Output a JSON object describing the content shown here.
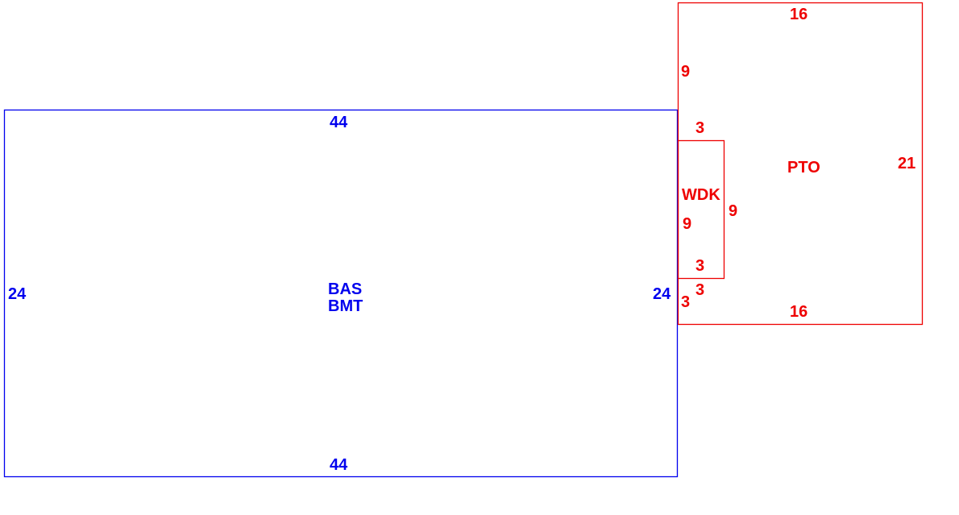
{
  "colors": {
    "main": "#0000ee",
    "addition": "#ee0000"
  },
  "areas": [
    {
      "codes": [
        "BAS",
        "BMT"
      ],
      "dimensions": {
        "top": "44",
        "bottom": "44",
        "left": "24",
        "right": "24"
      }
    },
    {
      "code": "PTO",
      "dimensions": {
        "top": "16",
        "bottom": "16",
        "left_upper": "9",
        "left_lower": "3",
        "right": "21"
      }
    },
    {
      "code": "WDK",
      "dimensions": {
        "top": "3",
        "bottom": "3",
        "left": "9",
        "right": "9",
        "below": "3"
      }
    }
  ]
}
